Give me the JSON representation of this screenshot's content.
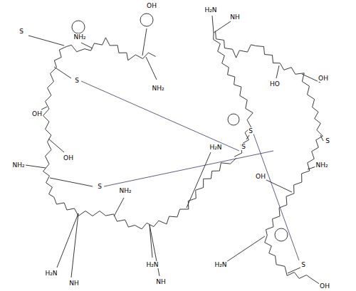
{
  "diagram": {
    "labels": [
      "OH",
      "NH₂",
      "S",
      "NH₂",
      "S",
      "OH",
      "OH",
      "NH₂",
      "S",
      "H₂N",
      "NH",
      "NH₂",
      "H₂N",
      "NH",
      "H₂N",
      "H₂N",
      "NH",
      "HO",
      "OH",
      "S",
      "S",
      "S",
      "NH₂",
      "OH",
      "H₂N",
      "S",
      "OH"
    ]
  }
}
